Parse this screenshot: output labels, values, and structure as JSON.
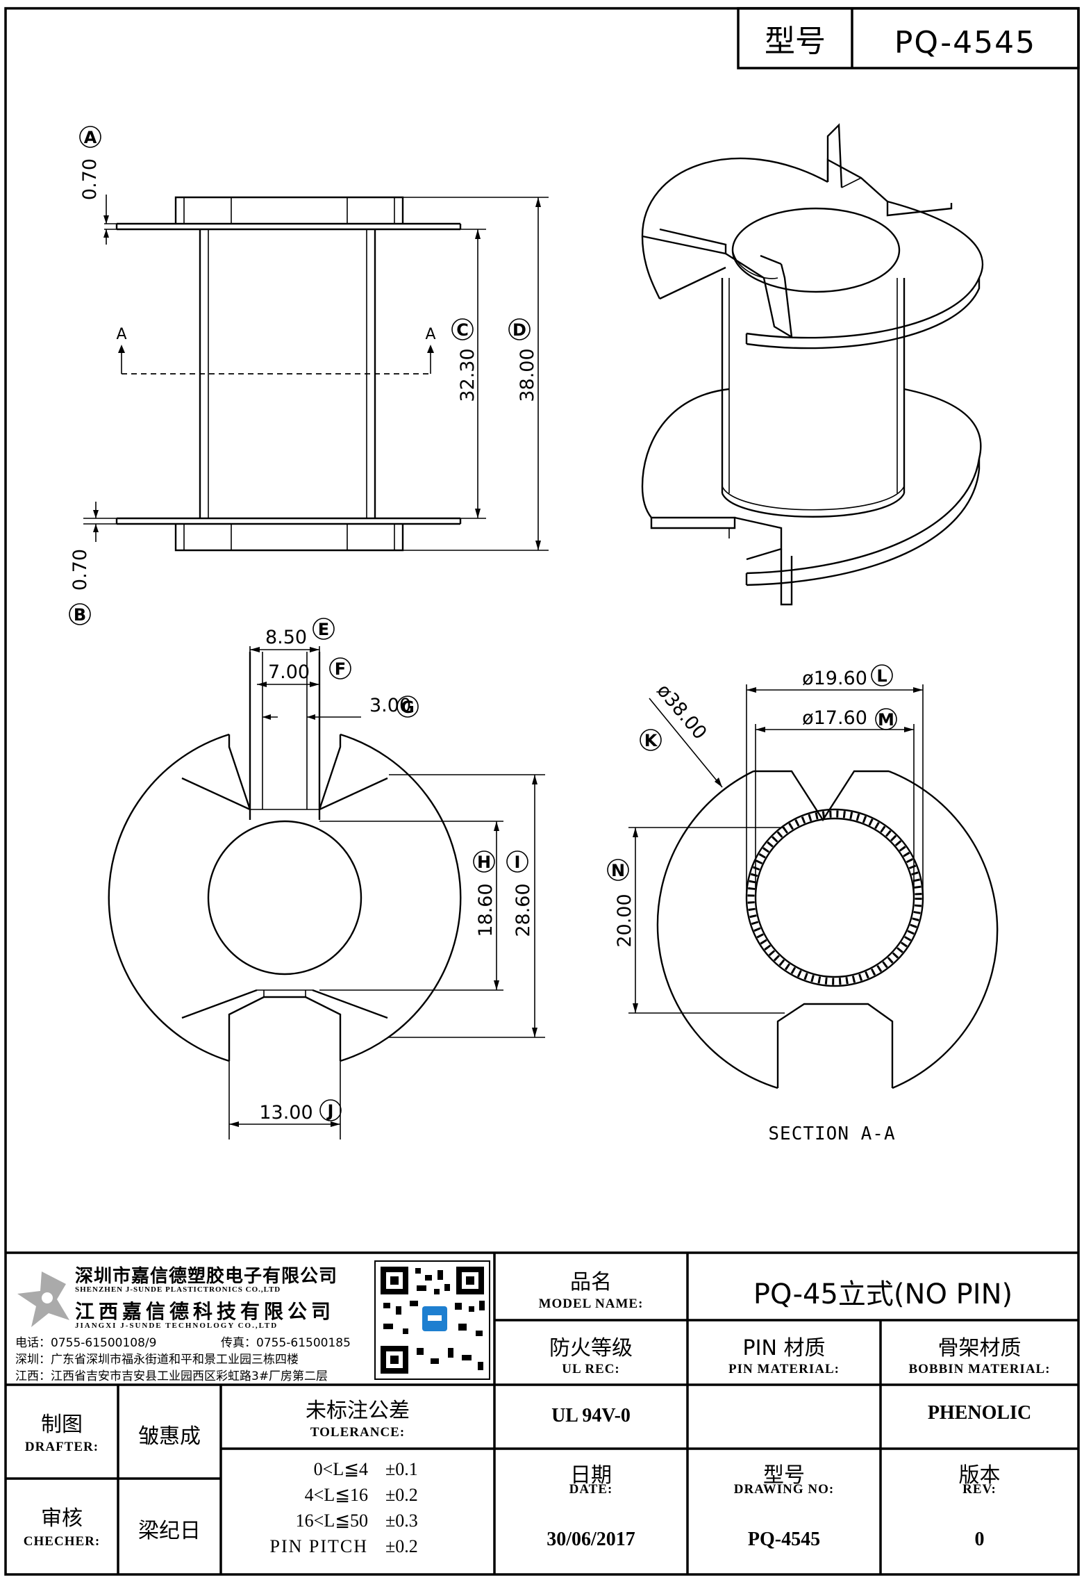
{
  "header": {
    "type_label": "型号",
    "type_value": "PQ-4545"
  },
  "dimensions": {
    "A": {
      "letter": "A",
      "value": "0.70"
    },
    "B": {
      "letter": "B",
      "value": "0.70"
    },
    "C": {
      "letter": "C",
      "value": "32.30"
    },
    "D": {
      "letter": "D",
      "value": "38.00"
    },
    "E": {
      "letter": "E",
      "value": "8.50"
    },
    "F": {
      "letter": "F",
      "value": "7.00"
    },
    "G": {
      "letter": "G",
      "value": "3.00"
    },
    "H": {
      "letter": "H",
      "value": "18.60"
    },
    "I": {
      "letter": "I",
      "value": "28.60"
    },
    "J": {
      "letter": "J",
      "value": "13.00"
    },
    "K": {
      "letter": "K",
      "value": "ø38.00"
    },
    "L": {
      "letter": "L",
      "value": "ø19.60"
    },
    "M": {
      "letter": "M",
      "value": "ø17.60"
    },
    "N": {
      "letter": "N",
      "value": "20.00"
    }
  },
  "section_marker": "A",
  "section_title": "SECTION A-A",
  "company": {
    "name_cn_1": "深圳市嘉信德塑胶电子有限公司",
    "name_en_1": "SHENZHEN J-SUNDE PLASTICTRONICS CO.,LTD",
    "name_cn_2": "江西嘉信德科技有限公司",
    "name_en_2": "JIANGXI J-SUNDE TECHNOLOGY CO.,LTD",
    "tel": "电话：0755-61500108/9",
    "fax": "传真：0755-61500185",
    "addr_sz": "深圳：广东省深圳市福永街道和平和景工业园三栋四楼",
    "addr_jx": "江西：江西省吉安市吉安县工业园西区彩虹路3#厂房第二层"
  },
  "title_block": {
    "model_name_cn": "品名",
    "model_name_en": "MODEL NAME:",
    "model_name_value": "PQ-45立式(NO PIN)",
    "ul_cn": "防火等级",
    "ul_en": "UL REC:",
    "pin_cn": "PIN 材质",
    "pin_en": "PIN MATERIAL:",
    "bobbin_cn": "骨架材质",
    "bobbin_en": "BOBBIN MATERIAL:",
    "ul_value": "UL 94V-0",
    "pin_value": "",
    "bobbin_value": "PHENOLIC",
    "drafter_cn": "制图",
    "drafter_en": "DRAFTER:",
    "drafter_name": "皱惠成",
    "checker_cn": "审核",
    "checker_en": "CHECHER:",
    "checker_name": "梁纪日",
    "tolerance_cn": "未标注公差",
    "tolerance_en": "TOLERANCE:",
    "tolerances": [
      {
        "range": "0<L≦4",
        "tol": "±0.1"
      },
      {
        "range": "4<L≦16",
        "tol": "±0.2"
      },
      {
        "range": "16<L≦50",
        "tol": "±0.3"
      },
      {
        "range": "PIN PITCH",
        "tol": "±0.2"
      }
    ],
    "date_cn": "日期",
    "date_en": "DATE:",
    "date_value": "30/06/2017",
    "drawing_no_cn": "型号",
    "drawing_no_en": "DRAWING NO:",
    "drawing_no_value": "PQ-4545",
    "rev_cn": "版本",
    "rev_en": "REV:",
    "rev_value": "0"
  }
}
